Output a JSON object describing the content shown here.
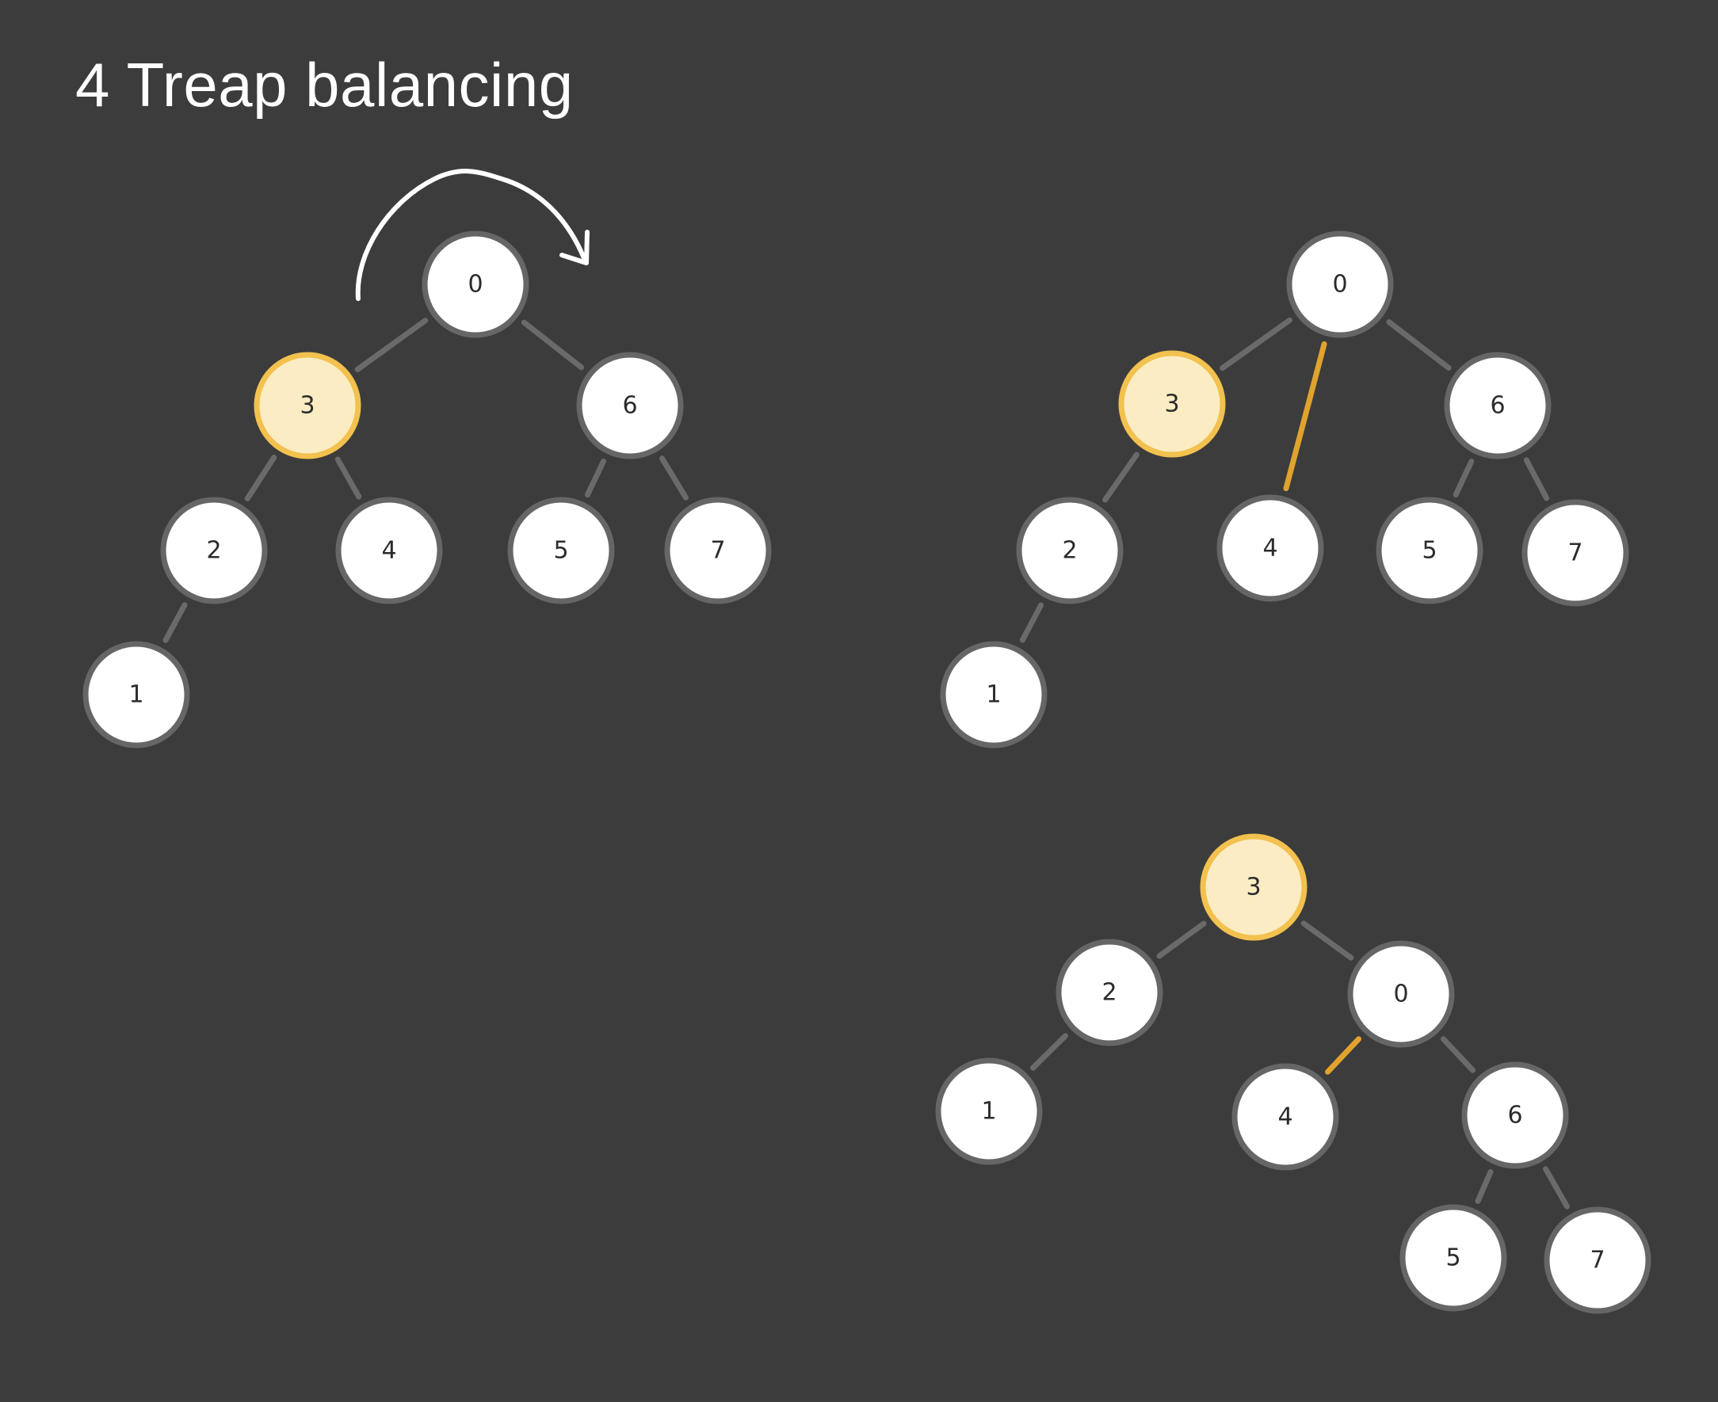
{
  "title": "4 Treap balancing",
  "colors": {
    "background": "#3c3c3c",
    "node_fill": "#ffffff",
    "node_stroke": "#666666",
    "highlight_fill": "#fbecc3",
    "highlight_stroke": "#f2c14e",
    "edge": "#6a6a6a",
    "highlight_edge": "#e0a32e",
    "arrow": "#ffffff"
  },
  "trees": [
    {
      "name": "before-rotation",
      "nodes": [
        {
          "id": "a0",
          "label": "0",
          "highlight": false
        },
        {
          "id": "a3",
          "label": "3",
          "highlight": true
        },
        {
          "id": "a6",
          "label": "6",
          "highlight": false
        },
        {
          "id": "a2",
          "label": "2",
          "highlight": false
        },
        {
          "id": "a4",
          "label": "4",
          "highlight": false
        },
        {
          "id": "a5",
          "label": "5",
          "highlight": false
        },
        {
          "id": "a7",
          "label": "7",
          "highlight": false
        },
        {
          "id": "a1",
          "label": "1",
          "highlight": false
        }
      ],
      "edges": [
        {
          "from": "a0",
          "to": "a3",
          "highlight": false
        },
        {
          "from": "a0",
          "to": "a6",
          "highlight": false
        },
        {
          "from": "a3",
          "to": "a2",
          "highlight": false
        },
        {
          "from": "a3",
          "to": "a4",
          "highlight": false
        },
        {
          "from": "a6",
          "to": "a5",
          "highlight": false
        },
        {
          "from": "a6",
          "to": "a7",
          "highlight": false
        },
        {
          "from": "a2",
          "to": "a1",
          "highlight": false
        }
      ]
    },
    {
      "name": "during-rotation",
      "nodes": [
        {
          "id": "b0",
          "label": "0",
          "highlight": false
        },
        {
          "id": "b3",
          "label": "3",
          "highlight": true
        },
        {
          "id": "b6",
          "label": "6",
          "highlight": false
        },
        {
          "id": "b2",
          "label": "2",
          "highlight": false
        },
        {
          "id": "b4",
          "label": "4",
          "highlight": false
        },
        {
          "id": "b5",
          "label": "5",
          "highlight": false
        },
        {
          "id": "b7",
          "label": "7",
          "highlight": false
        },
        {
          "id": "b1",
          "label": "1",
          "highlight": false
        }
      ],
      "edges": [
        {
          "from": "b0",
          "to": "b3",
          "highlight": false
        },
        {
          "from": "b0",
          "to": "b6",
          "highlight": false
        },
        {
          "from": "b0",
          "to": "b4",
          "highlight": true
        },
        {
          "from": "b3",
          "to": "b2",
          "highlight": false
        },
        {
          "from": "b6",
          "to": "b5",
          "highlight": false
        },
        {
          "from": "b6",
          "to": "b7",
          "highlight": false
        },
        {
          "from": "b2",
          "to": "b1",
          "highlight": false
        }
      ]
    },
    {
      "name": "after-rotation",
      "nodes": [
        {
          "id": "c3",
          "label": "3",
          "highlight": true
        },
        {
          "id": "c2",
          "label": "2",
          "highlight": false
        },
        {
          "id": "c0",
          "label": "0",
          "highlight": false
        },
        {
          "id": "c1",
          "label": "1",
          "highlight": false
        },
        {
          "id": "c4",
          "label": "4",
          "highlight": false
        },
        {
          "id": "c6",
          "label": "6",
          "highlight": false
        },
        {
          "id": "c5",
          "label": "5",
          "highlight": false
        },
        {
          "id": "c7",
          "label": "7",
          "highlight": false
        }
      ],
      "edges": [
        {
          "from": "c3",
          "to": "c2",
          "highlight": false
        },
        {
          "from": "c3",
          "to": "c0",
          "highlight": false
        },
        {
          "from": "c2",
          "to": "c1",
          "highlight": false
        },
        {
          "from": "c0",
          "to": "c4",
          "highlight": true
        },
        {
          "from": "c0",
          "to": "c6",
          "highlight": false
        },
        {
          "from": "c6",
          "to": "c5",
          "highlight": false
        },
        {
          "from": "c6",
          "to": "c7",
          "highlight": false
        }
      ]
    }
  ],
  "annotations": [
    {
      "name": "rotation-arrow",
      "icon": "curved-arrow-right-icon"
    }
  ]
}
